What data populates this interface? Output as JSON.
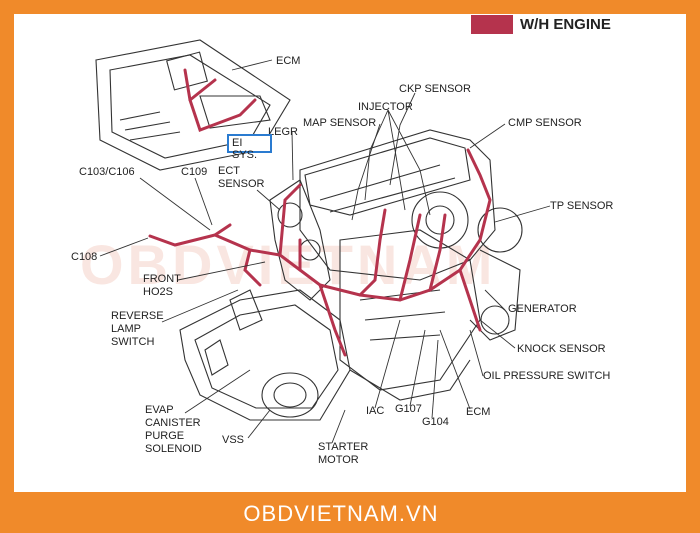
{
  "legend": {
    "swatch_color": "#b5334d",
    "label": "W/H ENGINE"
  },
  "watermark": "OBDVIETNAM",
  "footer": {
    "brand": "OBDVIETNAM.VN",
    "bg_color": "#f08a2a"
  },
  "highlight": {
    "label": "EI SYS.",
    "border_color": "#2a7bd0"
  },
  "labels": {
    "ecm_top": "ECM",
    "ckp": "CKP SENSOR",
    "injector": "INJECTOR",
    "map": "MAP SENSOR",
    "cmp": "CMP SENSOR",
    "legr": "LEGR",
    "ect": "ECT\nSENSOR",
    "c103": "C103/C106",
    "c109": "C109",
    "tp": "TP SENSOR",
    "c108": "C108",
    "front_ho2s": "FRONT\nHO2S",
    "generator": "GENERATOR",
    "reverse": "REVERSE\nLAMP\nSWITCH",
    "knock": "KNOCK SENSOR",
    "oil": "OIL PRESSURE SWITCH",
    "evap": "EVAP\nCANISTER\nPURGE\nSOLENOID",
    "vss": "VSS",
    "iac": "IAC",
    "g107": "G107",
    "ecm_bottom": "ECM",
    "g104": "G104",
    "starter": "STARTER\nMOTOR"
  }
}
